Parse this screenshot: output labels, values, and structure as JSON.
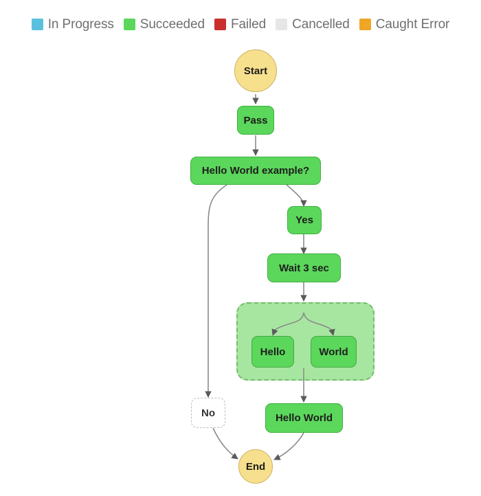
{
  "legend": {
    "items": [
      {
        "label": "In Progress",
        "color": "#5bc0de",
        "icon": "legend-swatch-in-progress"
      },
      {
        "label": "Succeeded",
        "color": "#5bd75b",
        "icon": "legend-swatch-succeeded"
      },
      {
        "label": "Failed",
        "color": "#c9302c",
        "icon": "legend-swatch-failed"
      },
      {
        "label": "Cancelled",
        "color": "#e6e6e6",
        "icon": "legend-swatch-cancelled"
      },
      {
        "label": "Caught Error",
        "color": "#efa626",
        "icon": "legend-swatch-caught-error"
      }
    ]
  },
  "diagram": {
    "type": "state-machine-execution-graph",
    "background": "#ffffff",
    "nodes": [
      {
        "id": "start",
        "label": "Start",
        "shape": "circle",
        "status": "Caught Error"
      },
      {
        "id": "pass",
        "label": "Pass",
        "shape": "rounded",
        "status": "Succeeded"
      },
      {
        "id": "choice",
        "label": "Hello World example?",
        "shape": "rounded",
        "status": "Succeeded"
      },
      {
        "id": "yes",
        "label": "Yes",
        "shape": "rounded",
        "status": "Succeeded"
      },
      {
        "id": "wait",
        "label": "Wait 3 sec",
        "shape": "rounded",
        "status": "Succeeded"
      },
      {
        "id": "parallel",
        "label": "",
        "shape": "group",
        "status": "Succeeded"
      },
      {
        "id": "hello",
        "label": "Hello",
        "shape": "rounded",
        "status": "Succeeded"
      },
      {
        "id": "world",
        "label": "World",
        "shape": "rounded",
        "status": "Succeeded"
      },
      {
        "id": "no",
        "label": "No",
        "shape": "rounded",
        "status": "Cancelled"
      },
      {
        "id": "helloworld",
        "label": "Hello World",
        "shape": "rounded",
        "status": "Succeeded"
      },
      {
        "id": "end",
        "label": "End",
        "shape": "circle",
        "status": "Caught Error"
      }
    ],
    "edges": [
      {
        "from": "start",
        "to": "pass"
      },
      {
        "from": "pass",
        "to": "choice"
      },
      {
        "from": "choice",
        "to": "no"
      },
      {
        "from": "choice",
        "to": "yes"
      },
      {
        "from": "yes",
        "to": "wait"
      },
      {
        "from": "wait",
        "to": "parallel"
      },
      {
        "from": "parallel",
        "to": "hello"
      },
      {
        "from": "parallel",
        "to": "world"
      },
      {
        "from": "parallel",
        "to": "helloworld"
      },
      {
        "from": "no",
        "to": "end"
      },
      {
        "from": "helloworld",
        "to": "end"
      }
    ]
  }
}
